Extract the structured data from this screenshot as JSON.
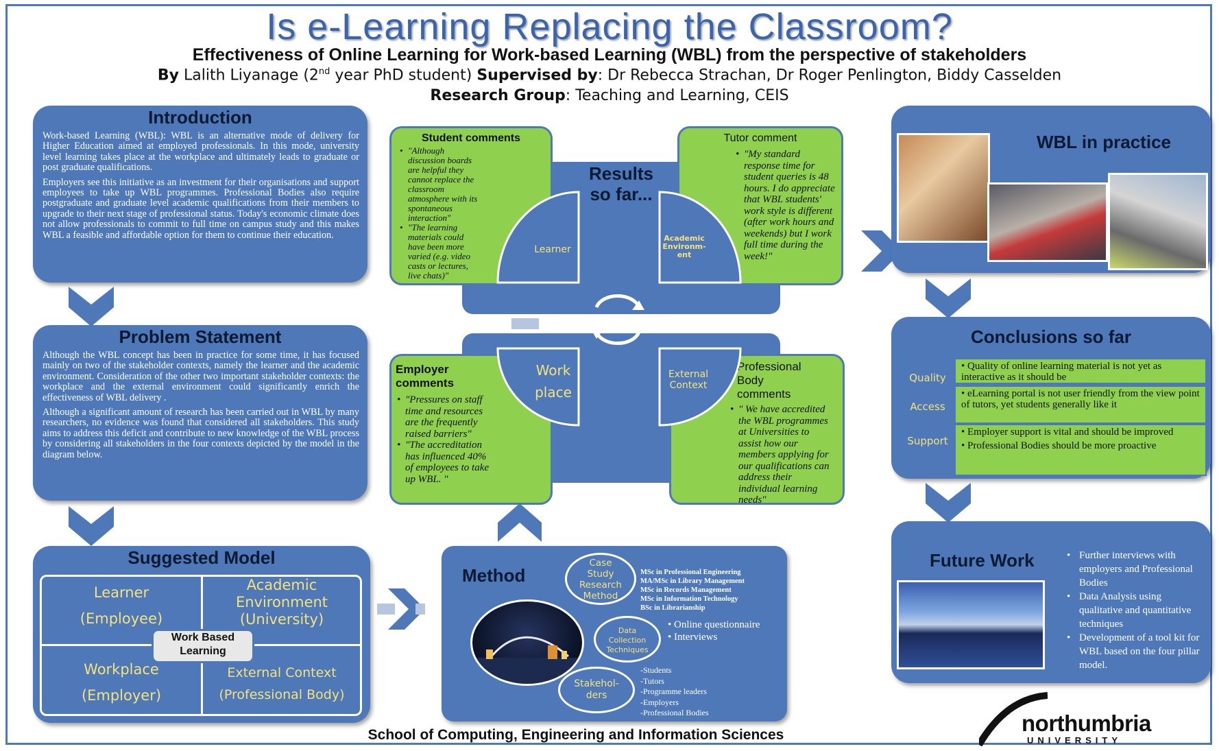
{
  "header": {
    "title": "Is e-Learning Replacing the Classroom?",
    "subtitle": "Effectiveness of Online Learning for Work-based Learning (WBL) from the perspective of stakeholders",
    "by_label": "By",
    "author": "Lalith Liyanage (2",
    "author_sup": "nd",
    "author_rest": " year PhD student)",
    "supervised_label": "Supervised by",
    "supervisors": ": Dr Rebecca Strachan, Dr Roger Penlington, Biddy Casselden",
    "group_label": "Research Group",
    "group": ": Teaching and Learning, CEIS"
  },
  "introduction": {
    "title": "Introduction",
    "p1": "Work-based Learning (WBL): WBL is an alternative mode of delivery for Higher Education aimed at employed professionals. In this mode, university level learning takes place at the workplace and ultimately leads to graduate or post graduate qualifications.",
    "p2": "Employers see this initiative as an investment for their organisations and support employees to take up WBL programmes. Professional Bodies also require postgraduate and graduate level academic qualifications from their members to upgrade to their next stage of professional status. Today's economic climate does not allow professionals to commit to full time on campus study and this makes WBL a feasible and affordable option for them to continue their education."
  },
  "problem": {
    "title": "Problem Statement",
    "p1": "Although the WBL concept has been in practice for some time, it has focused mainly on two of the stakeholder contexts, namely the learner and the academic environment. Consideration of the other two important stakeholder contexts: the workplace and the external environment could significantly enrich the effectiveness of WBL delivery .",
    "p2": "Although a significant amount of research has been carried out in WBL by many researchers, no evidence was found that considered all stakeholders. This study aims to address this deficit and contribute to new knowledge of the WBL process by considering all stakeholders in the four contexts depicted by the model in the diagram below."
  },
  "model": {
    "title": "Suggested Model",
    "learner": [
      "Learner",
      "(Employee)"
    ],
    "academic": [
      "Academic",
      "Environment",
      "(University)"
    ],
    "workplace": [
      "Workplace",
      "(Employer)"
    ],
    "external": [
      "External Context",
      "(Professional Body)"
    ],
    "center": [
      "Work Based",
      "Learning"
    ]
  },
  "results": {
    "title": [
      "Results",
      "so far..."
    ],
    "student": {
      "title": "Student comments",
      "quotes": [
        "\"Although discussion boards are helpful they cannot replace the classroom atmosphere with its spontaneous interaction\"",
        "\"The learning materials could have been more varied (e.g. video casts or lectures, live chats)\""
      ]
    },
    "tutor": {
      "title": "Tutor comment",
      "quotes": [
        "\"My standard response time for student queries is 48 hours. I do appreciate that WBL students' work style is different (after work hours and weekends) but I work full time during the week!\""
      ]
    },
    "employer": {
      "title": [
        "Employer",
        "comments"
      ],
      "quotes": [
        "\"Pressures on staff time and resources are the frequently raised barriers\"",
        "\"The accreditation has influenced 40% of employees to take up WBL. \""
      ]
    },
    "professional": {
      "title": [
        "Professional",
        "Body",
        "comments"
      ],
      "quotes": [
        "\" We have accredited the WBL programmes at Universities to assist how our members applying for our qualifications can address their individual learning needs\""
      ]
    },
    "quadrants": {
      "learner": "Learner",
      "academic": [
        "Academic",
        "Environm-",
        "ent"
      ],
      "work": [
        "Work",
        "place"
      ],
      "external": [
        "External",
        "Context"
      ]
    }
  },
  "method": {
    "title": "Method",
    "case_study": [
      "Case",
      "Study",
      "Research",
      "Method"
    ],
    "programmes": [
      "MSc in Professional Engineering",
      "MA/MSc in Library Management",
      "MSc in Records Management",
      "MSc in Information Technology",
      "BSc in Librarianship"
    ],
    "data_collection": [
      "Data",
      "Collection",
      "Techniques"
    ],
    "techniques": [
      "Online questionnaire",
      "Interviews"
    ],
    "stakeholders_label": [
      "Stakehol-",
      "ders"
    ],
    "stakeholders": [
      "-Students",
      "-Tutors",
      "-Programme leaders",
      "-Employers",
      "-Professional Bodies"
    ]
  },
  "wbl_practice": {
    "title": "WBL in practice"
  },
  "conclusions": {
    "title": "Conclusions so far",
    "rows": [
      {
        "label": "Quality",
        "text": "Quality of online learning material is not yet as interactive as it should be"
      },
      {
        "label": "Access",
        "text": "eLearning portal is not user friendly from the view point of tutors, yet students generally like it"
      },
      {
        "label": "Support",
        "text": "Employer support is vital and should be improved"
      },
      {
        "label": "",
        "text": "Professional Bodies should be more proactive"
      }
    ]
  },
  "future": {
    "title": "Future Work",
    "items": [
      "Further interviews with employers and Professional Bodies",
      "Data Analysis using qualitative and quantitative techniques",
      "Development of a tool kit for WBL based on the four pillar model."
    ]
  },
  "footer": {
    "school": "School of Computing, Engineering and Information Sciences",
    "logo_main": "northumbria",
    "logo_sub": "UNIVERSITY"
  },
  "colors": {
    "panel": "#4e78b8",
    "green": "#8fd14f",
    "yellow": "#f5e27a",
    "title": "#3d64a8"
  }
}
